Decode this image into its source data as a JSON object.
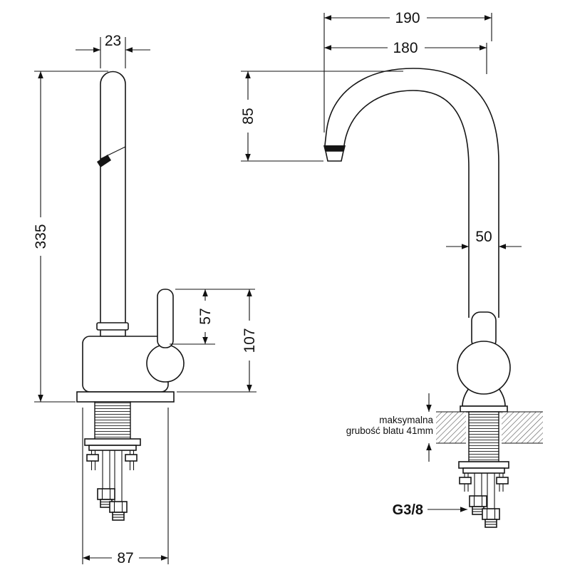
{
  "drawing": {
    "background": "#ffffff",
    "line_color": "#111111",
    "hatch_color": "#555555",
    "left_view": {
      "dim_top_width": "23",
      "dim_total_height": "335",
      "dim_lever_height": "57",
      "dim_body_height": "107",
      "dim_base_width": "87"
    },
    "right_view": {
      "dim_reach_outer": "190",
      "dim_reach_inner": "180",
      "dim_spout_drop": "85",
      "dim_body_width": "50",
      "counter_note_line1": "maksymalna",
      "counter_note_line2": "grubość blatu 41mm",
      "thread_label": "G3/8"
    }
  }
}
